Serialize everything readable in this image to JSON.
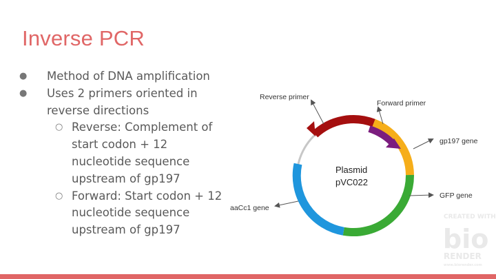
{
  "slide": {
    "title": "Inverse PCR",
    "bullets": [
      {
        "text": "Method of DNA amplification"
      },
      {
        "text": "Uses 2 primers oriented in reverse directions",
        "sub": [
          {
            "text": "Reverse: Complement of start codon + 12 nucleotide sequence upstream of gp197"
          },
          {
            "text": "Forward: Start codon + 12 nucleotide sequence upstream of gp197"
          }
        ]
      }
    ]
  },
  "diagram": {
    "plasmid_name": "Plasmid",
    "plasmid_id": "pVC022",
    "labels": {
      "reverse_primer": "Reverse primer",
      "forward_primer": "Forward primer",
      "gp197": "gp197 gene",
      "gfp": "GFP gene",
      "aacc1": "aaCc1 gene"
    },
    "segment_colors": {
      "gp197": "#f6ae1a",
      "gfp": "#3aaa35",
      "aacc1": "#1f96dd",
      "dark_red": "#a50f0f",
      "primer": "#7b1d7e",
      "backbone": "#c7c7c7"
    }
  },
  "watermark": {
    "line1": "CREATED WITH",
    "word": "bio",
    "line2": "RENDER",
    "url": "www.biorender.com"
  }
}
